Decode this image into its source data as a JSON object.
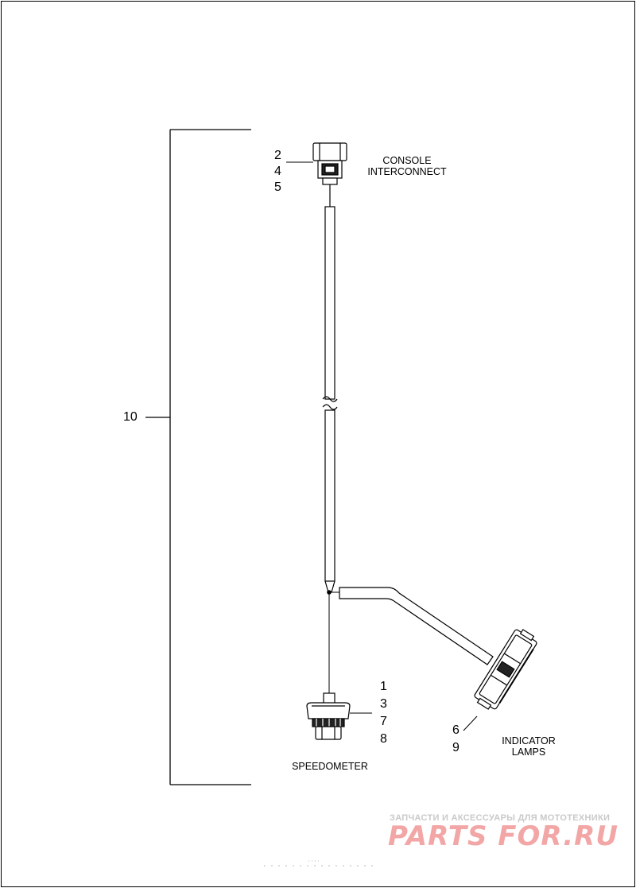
{
  "callouts": {
    "console_group": [
      "2",
      "4",
      "5"
    ],
    "speedometer_group": [
      "1",
      "3",
      "7",
      "8"
    ],
    "indicator_group": [
      "6",
      "9"
    ],
    "harness": "10"
  },
  "captions": {
    "console_line1": "CONSOLE",
    "console_line2": "INTERCONNECT",
    "speedometer": "SPEEDOMETER",
    "indicator_line1": "INDICATOR",
    "indicator_line2": "LAMPS"
  },
  "watermark": {
    "tagline": "ЗАПЧАСТИ И АКСЕССУАРЫ ДЛЯ МОТОТЕХНИКИ",
    "logo": "PARTS FOR.RU"
  }
}
